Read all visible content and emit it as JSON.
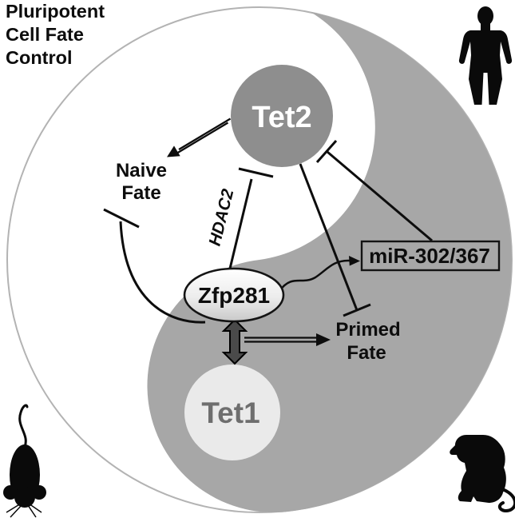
{
  "figure_title": {
    "line1": "Pluripotent",
    "line2": "Cell Fate",
    "line3": "Control"
  },
  "nodes": {
    "tet2": {
      "label": "Tet2"
    },
    "tet1": {
      "label": "Tet1"
    },
    "zfp281": {
      "label": "Zfp281"
    },
    "mir302": {
      "label": "miR-302/367"
    }
  },
  "fates": {
    "naive": {
      "line1": "Naive",
      "line2": "Fate"
    },
    "primed": {
      "line1": "Primed",
      "line2": "Fate"
    }
  },
  "mediator": {
    "hdac2": "HDAC2"
  },
  "relations": [
    {
      "from": "Tet2",
      "to": "Naive Fate",
      "type": "promotes"
    },
    {
      "from": "Tet2",
      "to": "Primed Fate",
      "type": "inhibits"
    },
    {
      "from": "miR-302/367",
      "to": "Tet2",
      "type": "inhibits"
    },
    {
      "from": "Zfp281",
      "to": "Tet2",
      "type": "inhibits",
      "via": "HDAC2"
    },
    {
      "from": "Zfp281",
      "to": "Naive Fate",
      "type": "inhibits"
    },
    {
      "from": "Zfp281",
      "to": "miR-302/367",
      "type": "induces"
    },
    {
      "from": "Zfp281",
      "to": "Tet1",
      "type": "bidirectional-interaction"
    },
    {
      "from": "Zfp281/Tet1",
      "to": "Primed Fate",
      "type": "promotes"
    }
  ],
  "species_icons": [
    {
      "name": "human-icon"
    },
    {
      "name": "mouse-icon"
    },
    {
      "name": "monkey-icon"
    }
  ],
  "colors": {
    "background": "#ffffff",
    "yang_gray": "#a7a7a7",
    "outer_ring": "#b3b3b3",
    "tet2_fill": "#8e8e8e",
    "tet2_text": "#ffffff",
    "tet1_fill": "#eaeaea",
    "tet1_text": "#6e6e6e",
    "line": "#0d0d0d",
    "thick_arrow_fill": "#4a4a4a",
    "silhouette": "#0a0a0a"
  }
}
